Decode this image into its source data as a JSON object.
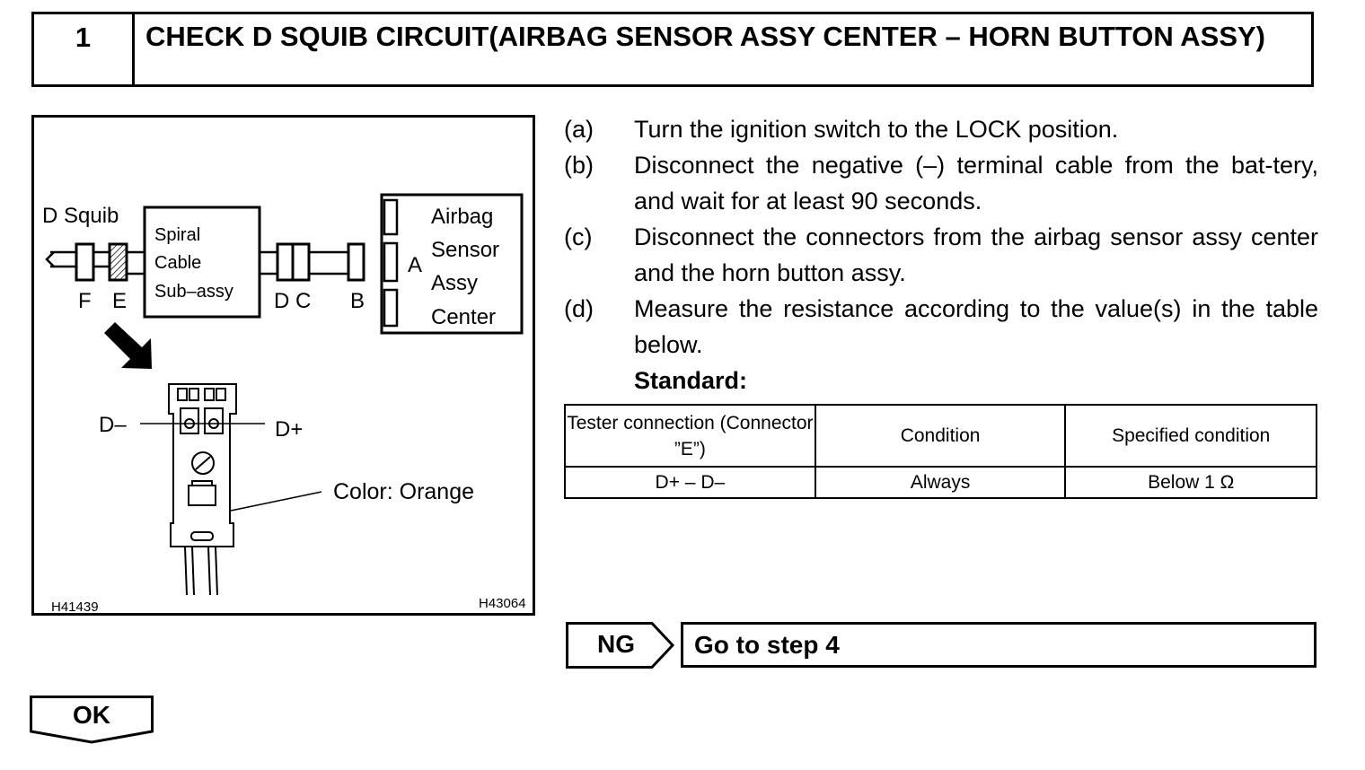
{
  "header": {
    "step_number": "1",
    "title": "CHECK D SQUIB CIRCUIT(AIRBAG SENSOR ASSY CENTER – HORN BUTTON ASSY)"
  },
  "diagram": {
    "d_squib": "D Squib",
    "spiral_line1": "Spiral",
    "spiral_line2": "Cable",
    "spiral_line3": "Sub–assy",
    "label_f": "F",
    "label_e": "E",
    "label_dc": "D C",
    "label_b": "B",
    "label_a": "A",
    "airbag_line1": "Airbag",
    "airbag_line2": "Sensor",
    "airbag_line3": "Assy",
    "airbag_line4": "Center",
    "d_minus": "D–",
    "d_plus": "D+",
    "color_note": "Color: Orange",
    "code_left": "H41439",
    "code_right": "H43064"
  },
  "instructions": [
    {
      "letter": "(a)",
      "text": "Turn the ignition switch to the LOCK position."
    },
    {
      "letter": "(b)",
      "text": "Disconnect the negative (–) terminal cable from the bat-tery, and wait for at least 90 seconds."
    },
    {
      "letter": "(c)",
      "text": "Disconnect the connectors from the airbag sensor assy center and the horn button assy."
    },
    {
      "letter": "(d)",
      "text": "Measure the resistance according to the value(s) in the table below."
    }
  ],
  "standard_label": "Standard:",
  "table": {
    "headers": [
      "Tester connection (Connector ”E”)",
      "Condition",
      "Specified condition"
    ],
    "rows": [
      [
        "D+ – D–",
        "Always",
        "Below 1 Ω"
      ]
    ]
  },
  "ng": {
    "label": "NG",
    "action": "Go to step 4"
  },
  "ok": {
    "label": "OK"
  }
}
